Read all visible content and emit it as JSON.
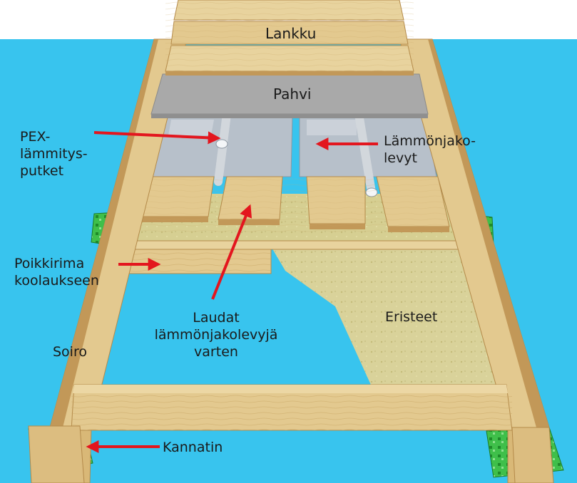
{
  "labels": {
    "lankku": "Lankku",
    "pahvi": "Pahvi",
    "pex": "PEX-\nlämmitys-\nputket",
    "lammonjakolevyt": "Lämmönjako-\nlevyt",
    "poikkirima": "Poikkirima\nkoolaukseen",
    "laudat": "Laudat\nlämmönjakolevyjä\nvarten",
    "eristeet": "Eristeet",
    "soiro": "Soiro",
    "kannatin": "Kannatin"
  },
  "colors": {
    "background": "#38c4ee",
    "wood": "#e3c98f",
    "wood_dark": "#b48a4a",
    "insulation": "#d6cf92",
    "plate": "#b7c0ca",
    "cardboard": "#a9a9a9",
    "support": "#3fbf4a",
    "arrow": "#e3161e"
  }
}
